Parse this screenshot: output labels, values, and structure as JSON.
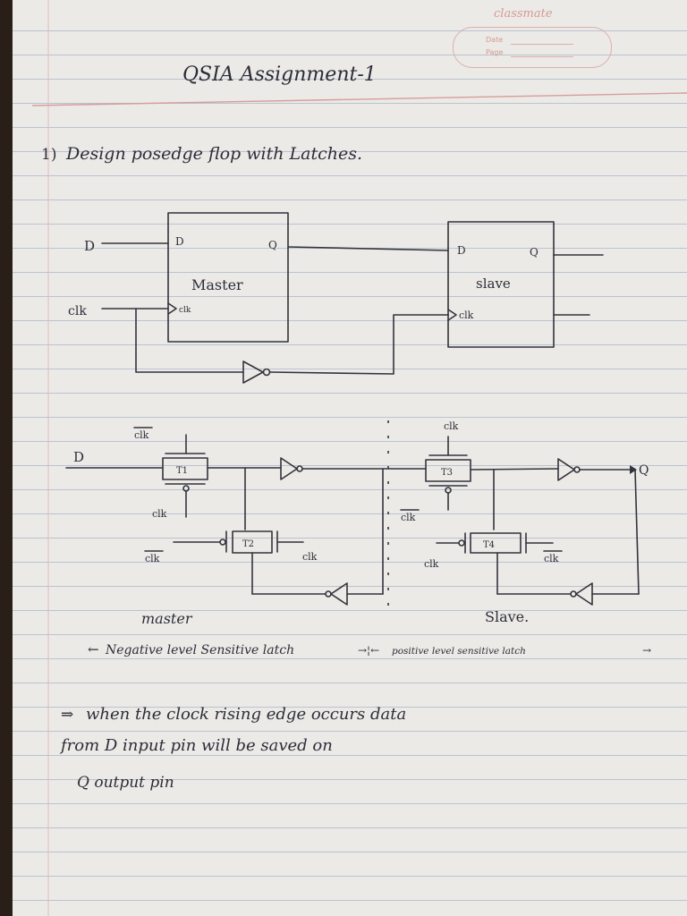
{
  "header": {
    "brand": "classmate",
    "date_label": "Date",
    "page_label": "Page",
    "title": "QSIA Assignment-1"
  },
  "question": {
    "number": "1)",
    "text": "Design posedge flop with Latches."
  },
  "block_diagram": {
    "input_d": "D",
    "input_clk": "clk",
    "master": {
      "name": "Master",
      "pin_d": "D",
      "pin_q": "Q",
      "pin_clk": "clk"
    },
    "slave": {
      "name": "slave",
      "pin_d": "D",
      "pin_q": "Q",
      "pin_clk": "clk"
    }
  },
  "transistor_diagram": {
    "input_d": "D",
    "output_q": "Q",
    "t1": "T1",
    "t2": "T2",
    "t3": "T3",
    "t4": "T4",
    "clk_bar": "clk",
    "clk": "clk",
    "master_label": "master",
    "slave_label": "Slave."
  },
  "latch_types": {
    "negative": "Negative level Sensitive latch",
    "positive": "positive level sensitive latch"
  },
  "conclusion": {
    "line1": "when the clock rising edge occurs data",
    "line2": "from D input pin will be saved on",
    "line3": "Q output pin"
  }
}
